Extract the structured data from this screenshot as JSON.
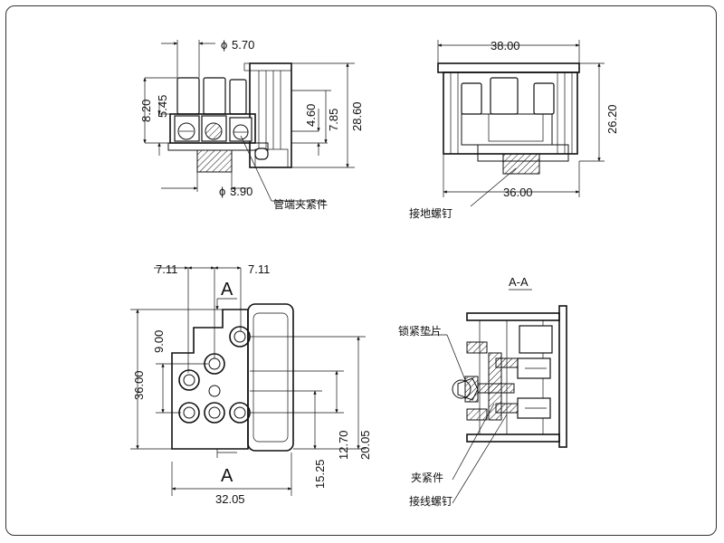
{
  "dimensions": {
    "top_left": {
      "phi_570": "5.70",
      "d_820": "8.20",
      "d_545": "5.45",
      "d_460": "4.60",
      "d_785": "7.85",
      "d_2860": "28.60",
      "phi_390": "3.90"
    },
    "top_right": {
      "d_3800": "38.00",
      "d_2620": "26.20",
      "d_3600": "36.00"
    },
    "bottom_left": {
      "d_711_a": "7.11",
      "d_711_b": "7.11",
      "d_900": "9.00",
      "d_3600": "36.00",
      "d_1270": "12.70",
      "d_2005": "20.05",
      "d_1525": "15.25",
      "d_3205": "32.05"
    }
  },
  "symbols": {
    "phi": "ϕ"
  },
  "labels": {
    "tube_clamp": "管端夹紧件",
    "ground_screw": "接地螺钉",
    "lock_washer": "锁紧垫片",
    "clamp": "夹紧件",
    "wire_screw": "接线螺钉",
    "section_title": "A-A",
    "section_mark_top": "A",
    "section_mark_bottom": "A"
  }
}
